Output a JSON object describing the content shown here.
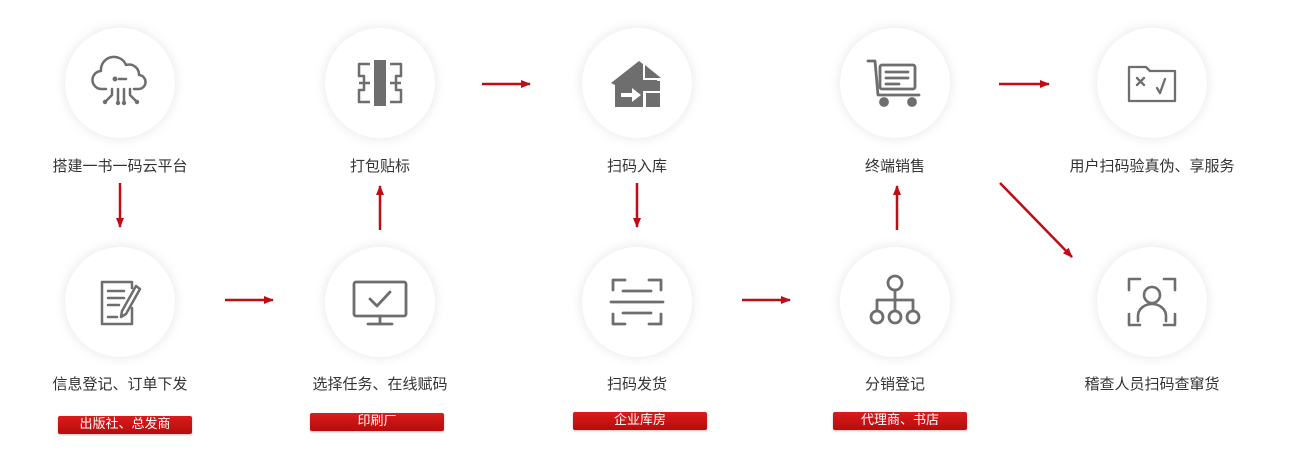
{
  "colors": {
    "accent": "#c00c14",
    "icon": "#6e6e6e",
    "text": "#333333"
  },
  "steps": {
    "platform": {
      "label": "搭建一书一码云平台",
      "icon": "cloud-network-icon"
    },
    "package": {
      "label": "打包贴标",
      "icon": "label-wrap-icon"
    },
    "warehouse_in": {
      "label": "扫码入库",
      "icon": "warehouse-entry-icon"
    },
    "sale": {
      "label": "终端销售",
      "icon": "shopping-cart-icon"
    },
    "verify": {
      "label": "用户扫码验真伪、享服务",
      "icon": "verify-card-icon"
    },
    "register": {
      "label": "信息登记、订单下发",
      "icon": "document-edit-icon"
    },
    "assign": {
      "label": "选择任务、在线赋码",
      "icon": "monitor-check-icon"
    },
    "ship": {
      "label": "扫码发货",
      "icon": "scan-frame-icon"
    },
    "distribute": {
      "label": "分销登记",
      "icon": "org-tree-icon"
    },
    "inspect": {
      "label": "稽查人员扫码查窜货",
      "icon": "face-scan-icon"
    }
  },
  "tags": {
    "publisher": "出版社、总发商",
    "printer": "印刷厂",
    "storehouse": "企业库房",
    "agent": "代理商、书店"
  }
}
